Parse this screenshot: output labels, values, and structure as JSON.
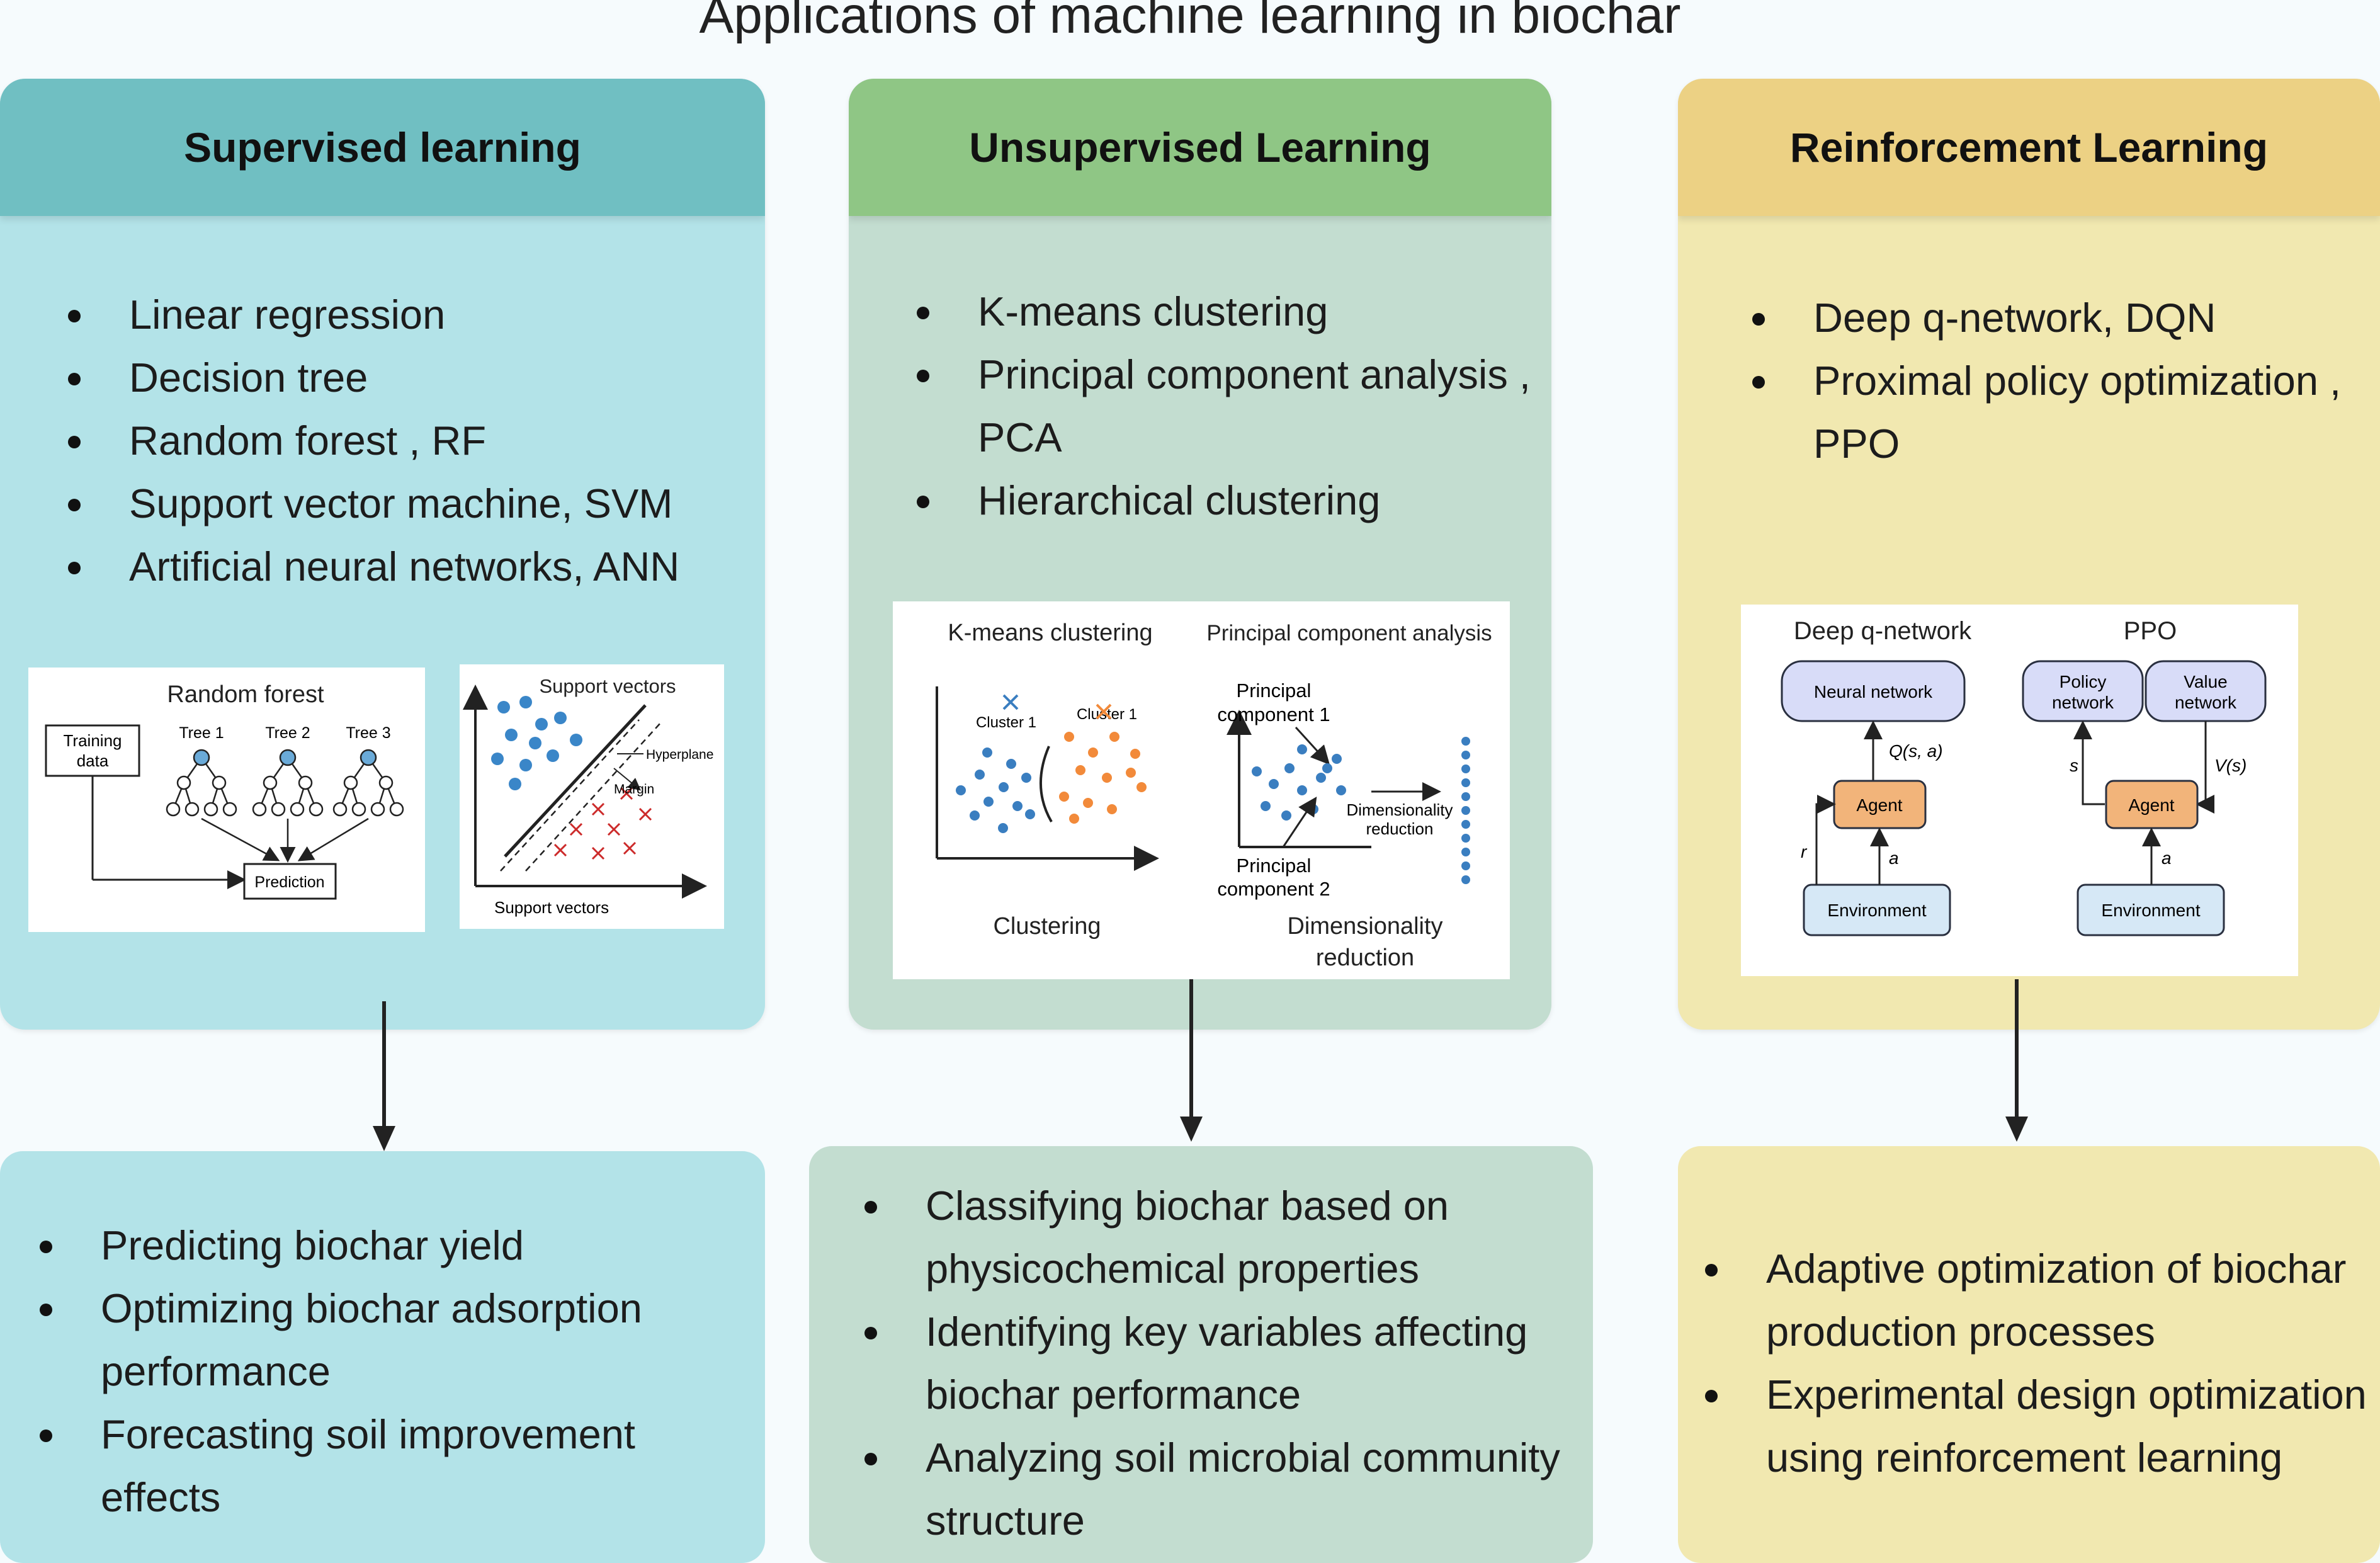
{
  "title": "Applications of machine learning in biochar",
  "supervised": {
    "heading": "Supervised learning",
    "methods": [
      "Linear regression",
      "Decision tree",
      "Random forest , RF",
      "Support vector machine, SVM",
      "Artificial neural networks, ANN"
    ],
    "rf_card": {
      "title": "Random forest",
      "training": [
        "Training",
        "data"
      ],
      "trees": [
        "Tree 1",
        "Tree 2",
        "Tree 3"
      ],
      "prediction": "Prediction"
    },
    "svm_card": {
      "title": "Support vectors",
      "hyperplane": "Hyperplane",
      "margin": "Margin",
      "xlabel": "Support  vectors"
    },
    "applications": [
      "Predicting biochar yield",
      "Optimizing biochar adsorption performance",
      "Forecasting soil improvement effects"
    ]
  },
  "unsupervised": {
    "heading": "Unsupervised Learning",
    "methods": [
      "K-means clustering",
      "Principal component analysis , PCA",
      "Hierarchical clustering"
    ],
    "card": {
      "kmeans_title": "K-means clustering",
      "pca_title": "Principal component analysis",
      "cluster_a": "Cluster 1",
      "cluster_b": "Cluster 1",
      "pc1": [
        "Principal",
        "component 1"
      ],
      "pc2": [
        "Principal",
        "component 2"
      ],
      "dimred_small": [
        "Dimensionality",
        "reduction"
      ],
      "clustering_caption": "Clustering",
      "dimred_caption": [
        "Dimensionality",
        "reduction"
      ]
    },
    "applications": [
      "Classifying biochar based on physicochemical properties",
      "Identifying key variables affecting biochar performance",
      "Analyzing soil microbial community structure"
    ]
  },
  "reinforcement": {
    "heading": "Reinforcement Learning",
    "methods": [
      "Deep q-network, DQN",
      "Proximal policy optimization , PPO"
    ],
    "card": {
      "dqn_title": "Deep q-network",
      "ppo_title": "PPO",
      "neural_network": "Neural network",
      "agent": "Agent",
      "environment": "Environment",
      "policy_network": [
        "Policy",
        "network"
      ],
      "value_network": [
        "Value",
        "network"
      ],
      "q_label": "Q(s, a)",
      "v_label": "V(s)",
      "s_label": "s",
      "a_label": "a",
      "r_label": "r"
    },
    "applications": [
      "Adaptive optimization of biochar production processes",
      "Experimental design optimization using reinforcement learning"
    ]
  }
}
